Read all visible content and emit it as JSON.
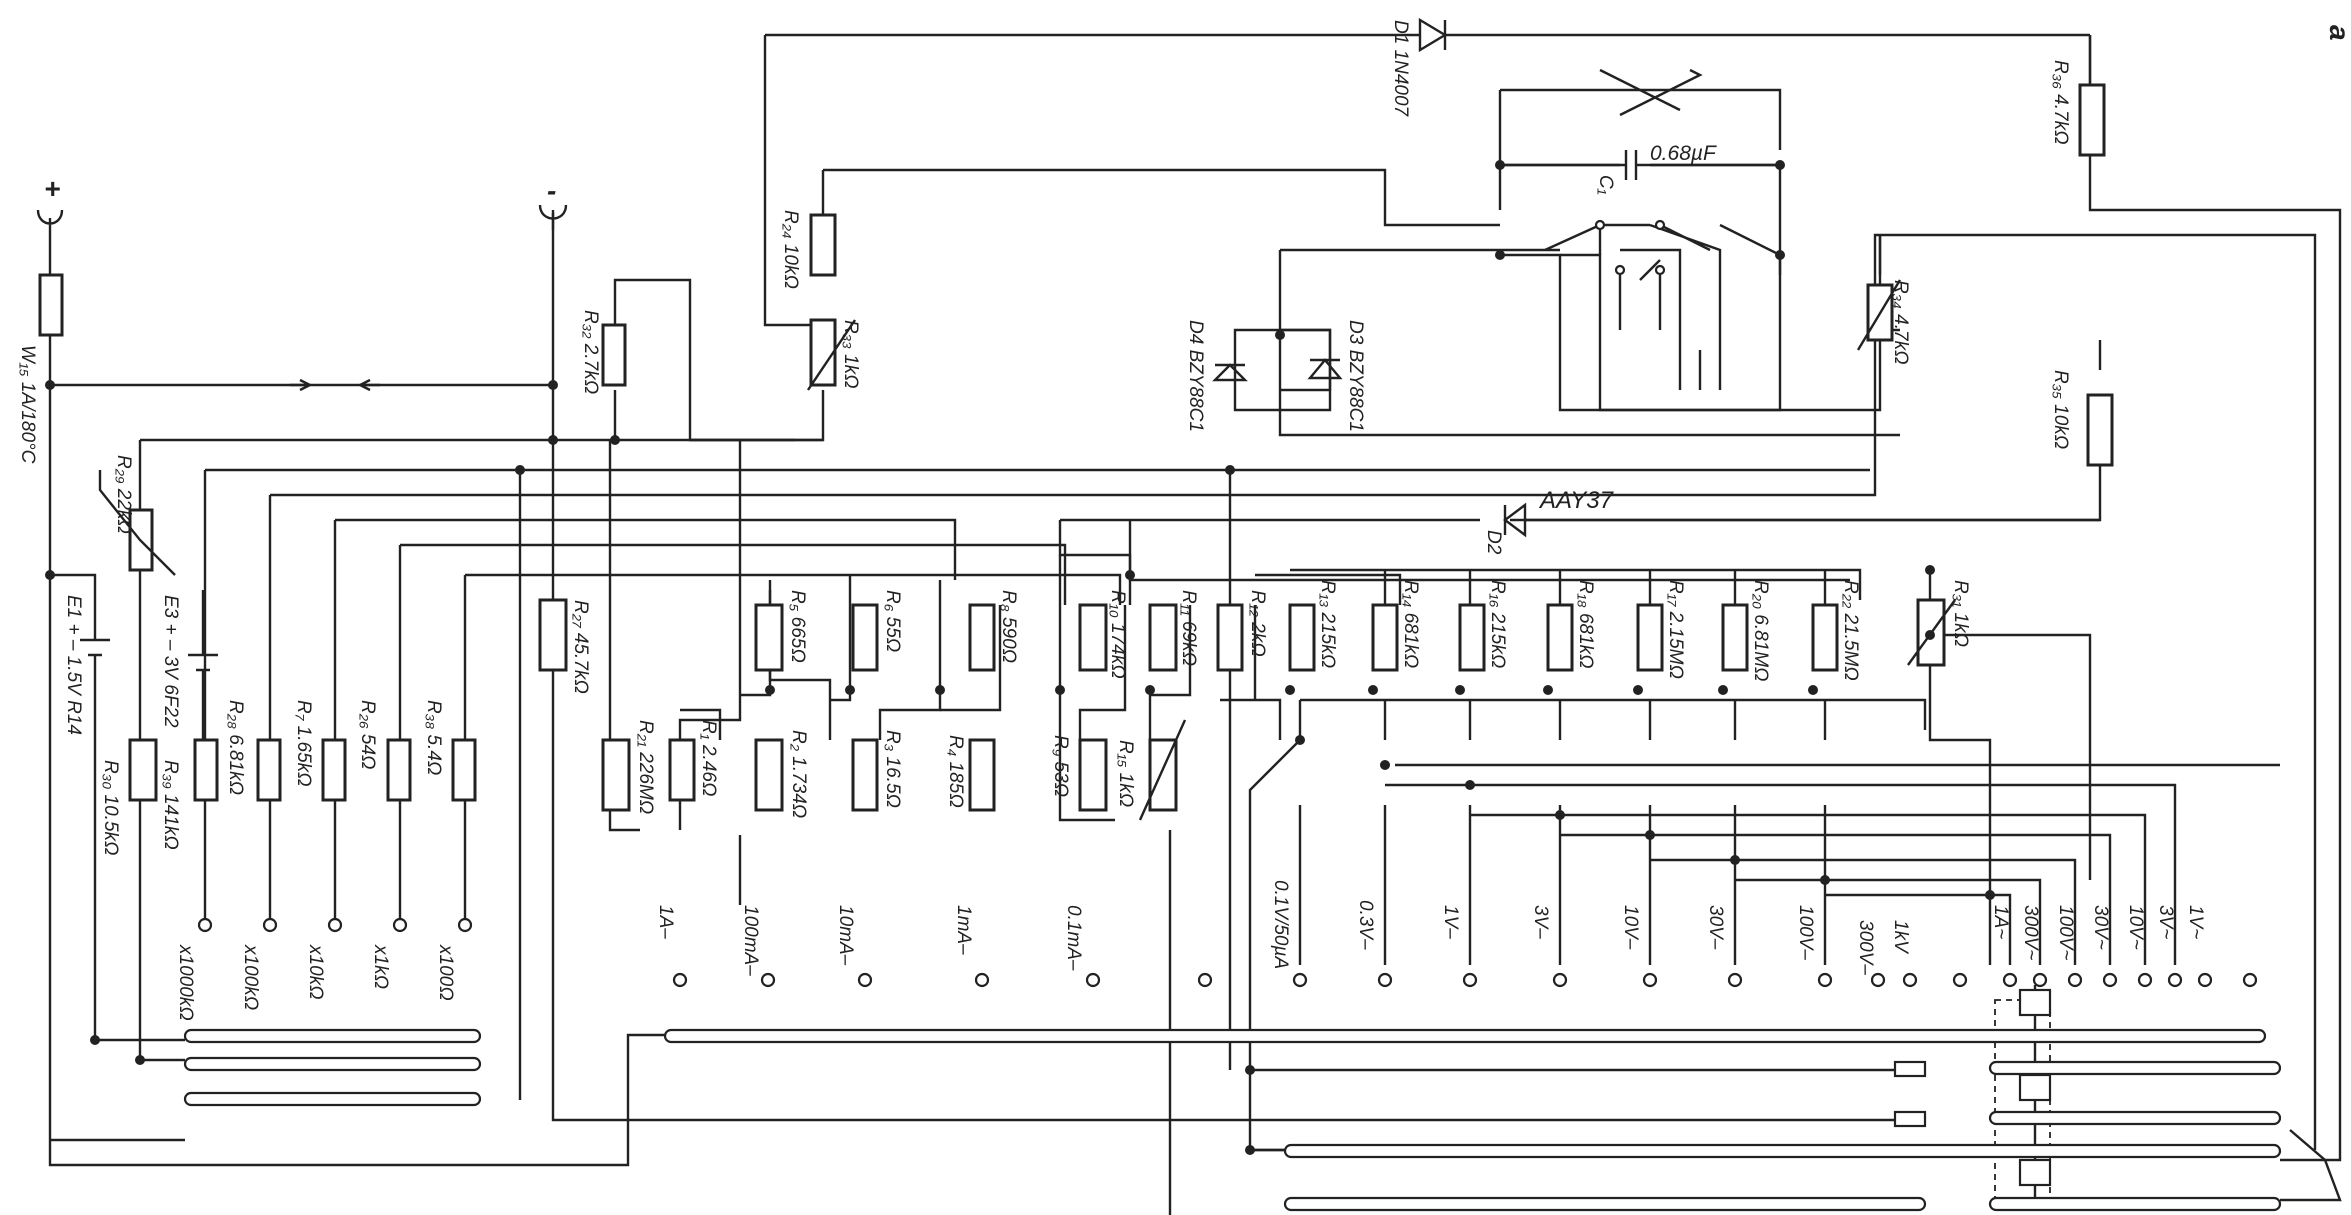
{
  "corner_mark": "a",
  "labels": {
    "plus": "+",
    "minus": "-",
    "w": "W₁₅ 1A/180°C",
    "r29": "R₂₉ 22kΩ",
    "e1": "E1 + – 1.5V R14",
    "e3": "E3 + – 3V 6F22",
    "r30": "R₃₀ 10.5kΩ",
    "r39": "R₃₉ 141kΩ",
    "r28": "R₂₈ 6.81kΩ",
    "r7": "R₇ 1.65kΩ",
    "r26": "R₂₆ 54Ω",
    "r38": "R₃₈ 5.4Ω",
    "r32": "R₃₂ 2.7kΩ",
    "r27": "R₂₇ 45.7kΩ",
    "r21": "R₂₁ 226MΩ",
    "r1": "R₁ 2.46Ω",
    "r5": "R₅ 665Ω",
    "r2": "R₂ 1.734Ω",
    "r6": "R₆ 55Ω",
    "r3": "R₃ 16.5Ω",
    "r8": "R₈ 590Ω",
    "r4": "R₄ 185Ω",
    "r10": "R₁₀ 174kΩ",
    "r9": "R₉ 53Ω",
    "r11": "R₁₁ 69kΩ",
    "r15": "R₁₅ 1kΩ",
    "r12": "R₁₂ 2kΩ",
    "r13": "R₁₃ 215kΩ",
    "r14": "R₁₄ 681kΩ",
    "r16": "R₁₆ 215kΩ",
    "r18": "R₁₈ 681kΩ",
    "r17": "R₁₇ 2.15MΩ",
    "r20": "R₂₀ 6.81MΩ",
    "r22": "R₂₂ 21.5MΩ",
    "r31": "R₃₁ 1kΩ",
    "r24": "R₂₄ 10kΩ",
    "r33": "R₃₃ 1kΩ",
    "r34": "R₃₄ 4.7kΩ",
    "r36": "R₃₆ 4.7kΩ",
    "r35": "R₃₅ 10kΩ",
    "d1": "D1 1N4007",
    "d2": "D2",
    "aay37": "AAY37",
    "c1": "C₁",
    "c1_value": "0.68µF",
    "d3": "D3 BZY88C1",
    "d4": "D4 BZY88C1",
    "range_x1000k": "x1000kΩ",
    "range_x100k": "x100kΩ",
    "range_x10k": "x10kΩ",
    "range_x1k": "x1kΩ",
    "range_x100": "x100Ω",
    "range_1a_dc": "1A–",
    "range_100ma_dc": "100mA–",
    "range_10ma_dc": "10mA–",
    "range_1ma_dc": "1mA–",
    "range_01ma_dc": "0.1mA–",
    "range_01v_50ua": "0.1V/50µA",
    "range_03v_dc": "0.3V–",
    "range_1v_dc": "1V–",
    "range_3v_dc": "3V–",
    "range_10v_dc": "10V–",
    "range_30v_dc": "30V–",
    "range_100v_dc": "100V–",
    "range_300v_dc": "300V–",
    "range_1kv": "1kV",
    "range_1a_ac": "1A~",
    "range_300v_ac": "300V~",
    "range_100v_ac": "100V~",
    "range_30v_ac": "30V~",
    "range_10v_ac": "10V~",
    "range_3v_ac": "3V~",
    "range_1v_ac": "1V~"
  }
}
